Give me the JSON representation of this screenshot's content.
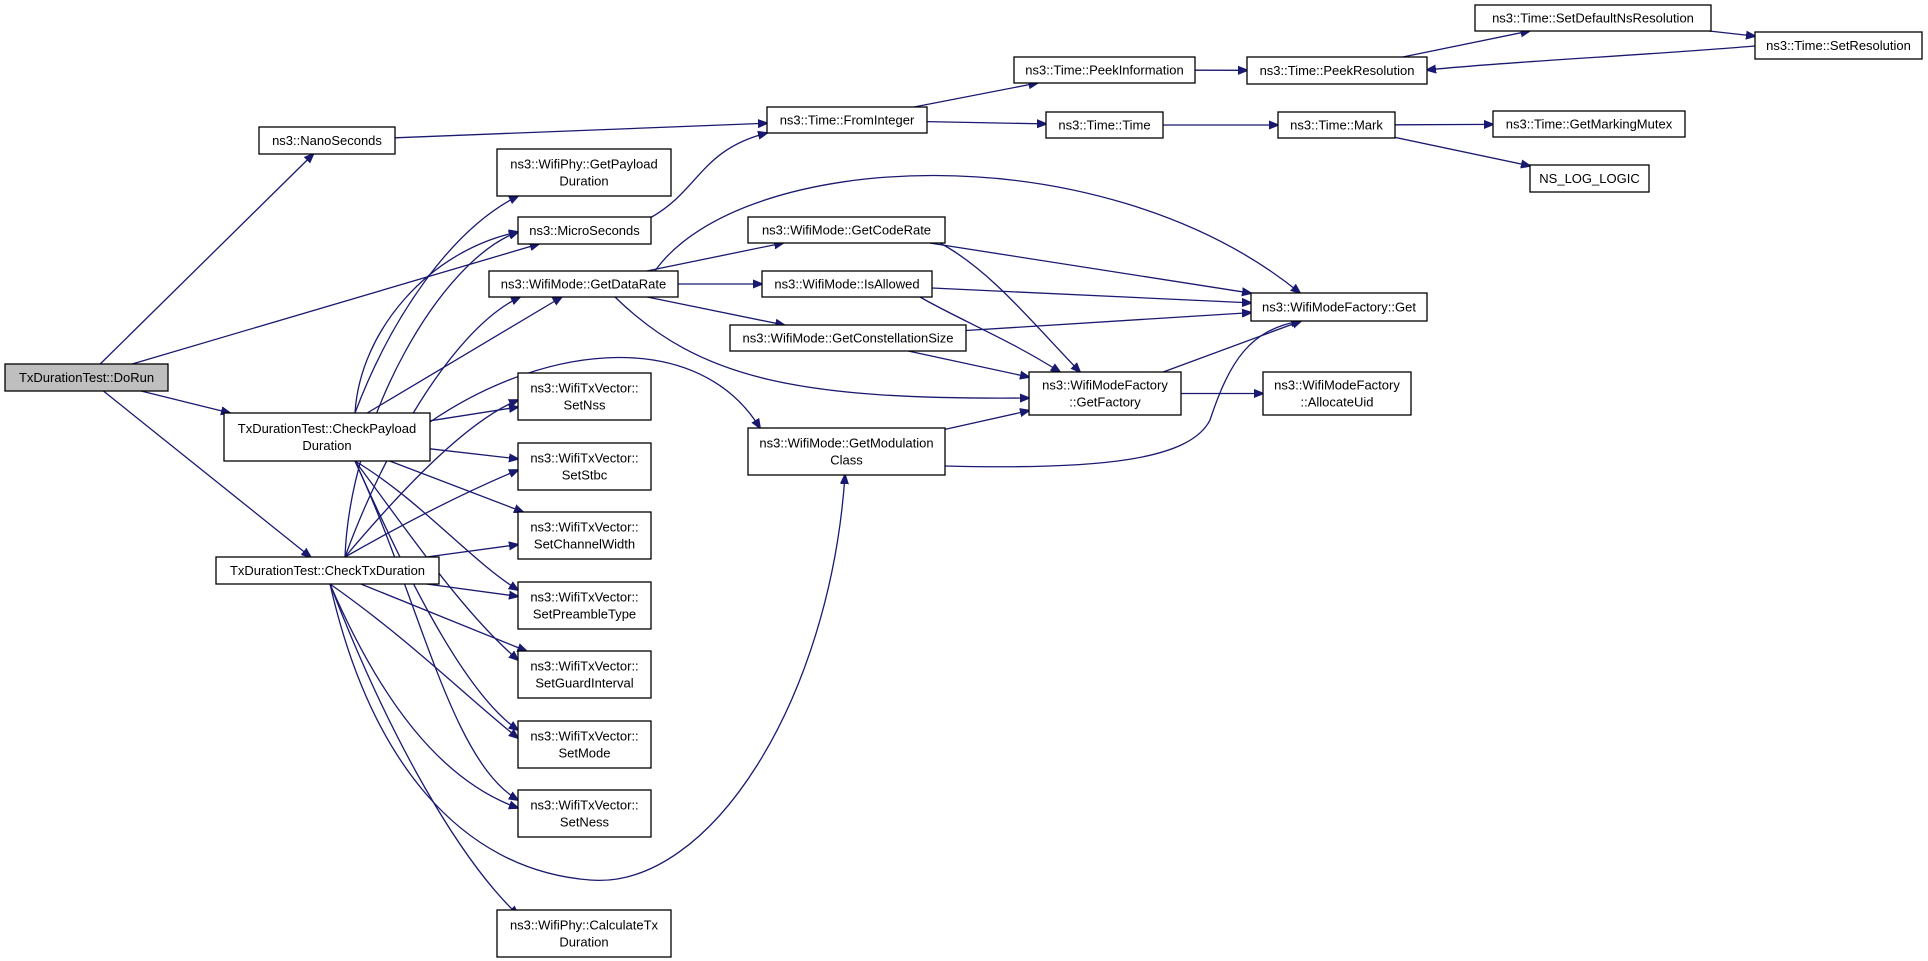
{
  "diagram": {
    "type": "call-graph",
    "edge_color": "#191970",
    "root_fill": "#bfbfbf",
    "nodes": [
      {
        "id": "dorun",
        "lines": [
          "TxDurationTest::DoRun"
        ],
        "root": true
      },
      {
        "id": "nanoseconds",
        "lines": [
          "ns3::NanoSeconds"
        ]
      },
      {
        "id": "checkpayload",
        "lines": [
          "TxDurationTest::CheckPayload",
          "Duration"
        ]
      },
      {
        "id": "checktx",
        "lines": [
          "TxDurationTest::CheckTxDuration"
        ]
      },
      {
        "id": "getpayload",
        "lines": [
          "ns3::WifiPhy::GetPayload",
          "Duration"
        ]
      },
      {
        "id": "microseconds",
        "lines": [
          "ns3::MicroSeconds"
        ]
      },
      {
        "id": "getdatarate",
        "lines": [
          "ns3::WifiMode::GetDataRate"
        ]
      },
      {
        "id": "setnss",
        "lines": [
          "ns3::WifiTxVector::",
          "SetNss"
        ]
      },
      {
        "id": "setstbc",
        "lines": [
          "ns3::WifiTxVector::",
          "SetStbc"
        ]
      },
      {
        "id": "setchannelwidth",
        "lines": [
          "ns3::WifiTxVector::",
          "SetChannelWidth"
        ]
      },
      {
        "id": "setpreambletype",
        "lines": [
          "ns3::WifiTxVector::",
          "SetPreambleType"
        ]
      },
      {
        "id": "setguardinterval",
        "lines": [
          "ns3::WifiTxVector::",
          "SetGuardInterval"
        ]
      },
      {
        "id": "setmode",
        "lines": [
          "ns3::WifiTxVector::",
          "SetMode"
        ]
      },
      {
        "id": "setness",
        "lines": [
          "ns3::WifiTxVector::",
          "SetNess"
        ]
      },
      {
        "id": "calculatetx",
        "lines": [
          "ns3::WifiPhy::CalculateTx",
          "Duration"
        ]
      },
      {
        "id": "fromint",
        "lines": [
          "ns3::Time::FromInteger"
        ]
      },
      {
        "id": "getcoderate",
        "lines": [
          "ns3::WifiMode::GetCodeRate"
        ]
      },
      {
        "id": "isallowed",
        "lines": [
          "ns3::WifiMode::IsAllowed"
        ]
      },
      {
        "id": "getconst",
        "lines": [
          "ns3::WifiMode::GetConstellationSize"
        ]
      },
      {
        "id": "getmod",
        "lines": [
          "ns3::WifiMode::GetModulation",
          "Class"
        ]
      },
      {
        "id": "peekinfo",
        "lines": [
          "ns3::Time::PeekInformation"
        ]
      },
      {
        "id": "timetime",
        "lines": [
          "ns3::Time::Time"
        ]
      },
      {
        "id": "factoryget",
        "lines": [
          "ns3::WifiModeFactory::Get"
        ]
      },
      {
        "id": "getfactory",
        "lines": [
          "ns3::WifiModeFactory",
          "::GetFactory"
        ]
      },
      {
        "id": "peekres",
        "lines": [
          "ns3::Time::PeekResolution"
        ]
      },
      {
        "id": "setdefault",
        "lines": [
          "ns3::Time::SetDefaultNsResolution"
        ]
      },
      {
        "id": "setres",
        "lines": [
          "ns3::Time::SetResolution"
        ]
      },
      {
        "id": "mark",
        "lines": [
          "ns3::Time::Mark"
        ]
      },
      {
        "id": "mutex",
        "lines": [
          "ns3::Time::GetMarkingMutex"
        ]
      },
      {
        "id": "nslog",
        "lines": [
          "NS_LOG_LOGIC"
        ]
      },
      {
        "id": "allocuid",
        "lines": [
          "ns3::WifiModeFactory",
          "::AllocateUid"
        ]
      }
    ],
    "edges": [
      [
        "dorun",
        "nanoseconds"
      ],
      [
        "dorun",
        "microseconds"
      ],
      [
        "dorun",
        "checkpayload"
      ],
      [
        "dorun",
        "checktx"
      ],
      [
        "nanoseconds",
        "fromint"
      ],
      [
        "microseconds",
        "fromint"
      ],
      [
        "checkpayload",
        "getpayload"
      ],
      [
        "checkpayload",
        "microseconds"
      ],
      [
        "checkpayload",
        "getdatarate"
      ],
      [
        "checkpayload",
        "getmod"
      ],
      [
        "checkpayload",
        "setnss"
      ],
      [
        "checkpayload",
        "setstbc"
      ],
      [
        "checkpayload",
        "setchannelwidth"
      ],
      [
        "checkpayload",
        "setpreambletype"
      ],
      [
        "checkpayload",
        "setguardinterval"
      ],
      [
        "checkpayload",
        "setmode"
      ],
      [
        "checkpayload",
        "setness"
      ],
      [
        "checktx",
        "microseconds"
      ],
      [
        "checktx",
        "getdatarate"
      ],
      [
        "checktx",
        "setnss"
      ],
      [
        "checktx",
        "setstbc"
      ],
      [
        "checktx",
        "setchannelwidth"
      ],
      [
        "checktx",
        "setpreambletype"
      ],
      [
        "checktx",
        "setguardinterval"
      ],
      [
        "checktx",
        "setmode"
      ],
      [
        "checktx",
        "setness"
      ],
      [
        "checktx",
        "calculatetx"
      ],
      [
        "checktx",
        "getmod"
      ],
      [
        "getdatarate",
        "getcoderate"
      ],
      [
        "getdatarate",
        "isallowed"
      ],
      [
        "getdatarate",
        "getconst"
      ],
      [
        "getdatarate",
        "factoryget"
      ],
      [
        "getdatarate",
        "getfactory"
      ],
      [
        "getcoderate",
        "factoryget"
      ],
      [
        "getcoderate",
        "getfactory"
      ],
      [
        "isallowed",
        "factoryget"
      ],
      [
        "isallowed",
        "getfactory"
      ],
      [
        "getconst",
        "factoryget"
      ],
      [
        "getconst",
        "getfactory"
      ],
      [
        "getmod",
        "getfactory"
      ],
      [
        "getmod",
        "factoryget"
      ],
      [
        "getfactory",
        "factoryget"
      ],
      [
        "getfactory",
        "allocuid"
      ],
      [
        "fromint",
        "peekinfo"
      ],
      [
        "fromint",
        "timetime"
      ],
      [
        "peekinfo",
        "peekres"
      ],
      [
        "peekres",
        "setdefault"
      ],
      [
        "setdefault",
        "setres"
      ],
      [
        "setres",
        "peekres"
      ],
      [
        "timetime",
        "mark"
      ],
      [
        "mark",
        "mutex"
      ],
      [
        "mark",
        "nslog"
      ]
    ]
  }
}
